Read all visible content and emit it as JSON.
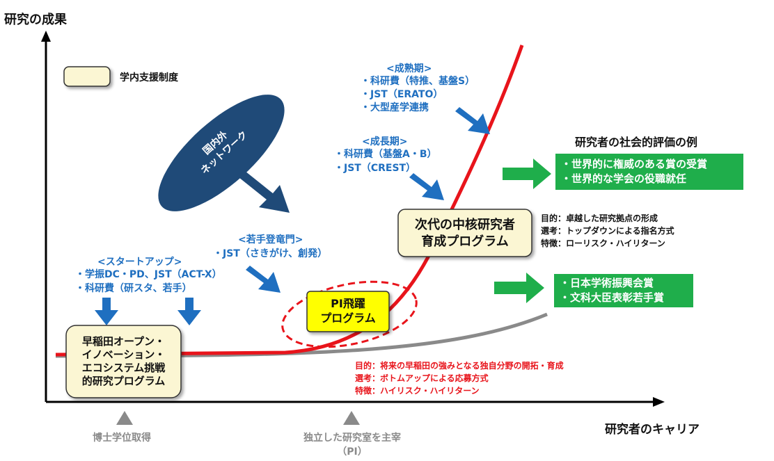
{
  "axis": {
    "y_label": "研究の成果",
    "x_label": "研究者のキャリア"
  },
  "legend": {
    "label": "学内支援制度"
  },
  "network": {
    "line1": "国内外",
    "line2": "ネットワーク"
  },
  "maturity": {
    "title": "<成熟期>",
    "items": [
      "・科研費（特推、基盤S）",
      "・JST（ERATO）",
      "・大型産学連携"
    ]
  },
  "growth": {
    "title": "<成長期>",
    "items": [
      "・科研費（基盤A・B）",
      "・JST（CREST）"
    ]
  },
  "young_gateway": {
    "title": "<若手登竜門>",
    "items": [
      "・JST（さきがけ、創発）"
    ]
  },
  "startup": {
    "title": "<スタートアップ>",
    "items": [
      "・学振DC・PD、JST（ACT-X）",
      "・科研費（研スタ、若手）"
    ]
  },
  "evaluation": {
    "title": "研究者の社会的評価の例",
    "box1": [
      "・世界的に権威のある賞の受賞",
      "・世界的な学会の役職就任"
    ],
    "box2": [
      "・日本学術振興会賞",
      "・文科大臣表彰若手賞"
    ]
  },
  "programs": {
    "waseda": [
      "早稲田オープン・",
      "イノベーション・",
      "エコシステム挑戦",
      "的研究プログラム"
    ],
    "pi_leap": [
      "PI飛躍",
      "プログラム"
    ],
    "next_gen": [
      "次代の中核研究者",
      "育成プログラム"
    ]
  },
  "next_gen_notes": [
    "目的：卓越した研究拠点の形成",
    "選考：トップダウンによる指名方式",
    "特徴：ローリスク・ハイリターン"
  ],
  "pi_notes": [
    "目的：将来の早稲田の強みとなる独自分野の開拓・育成",
    "選考：ボトムアップによる応募方式",
    "特徴：ハイリスク・ハイリターン"
  ],
  "milestones": {
    "phd": "博士学位取得",
    "independent_line1": "独立した研究室を主宰",
    "independent_line2": "（PI）"
  },
  "colors": {
    "blue_text": "#1f6fc0",
    "red": "#e8141b",
    "green": "#1fae4b",
    "navy": "#1f4a78",
    "box_cream": "#fbf6d3",
    "yellow": "#ffff00",
    "gray": "#8a8a8a"
  }
}
